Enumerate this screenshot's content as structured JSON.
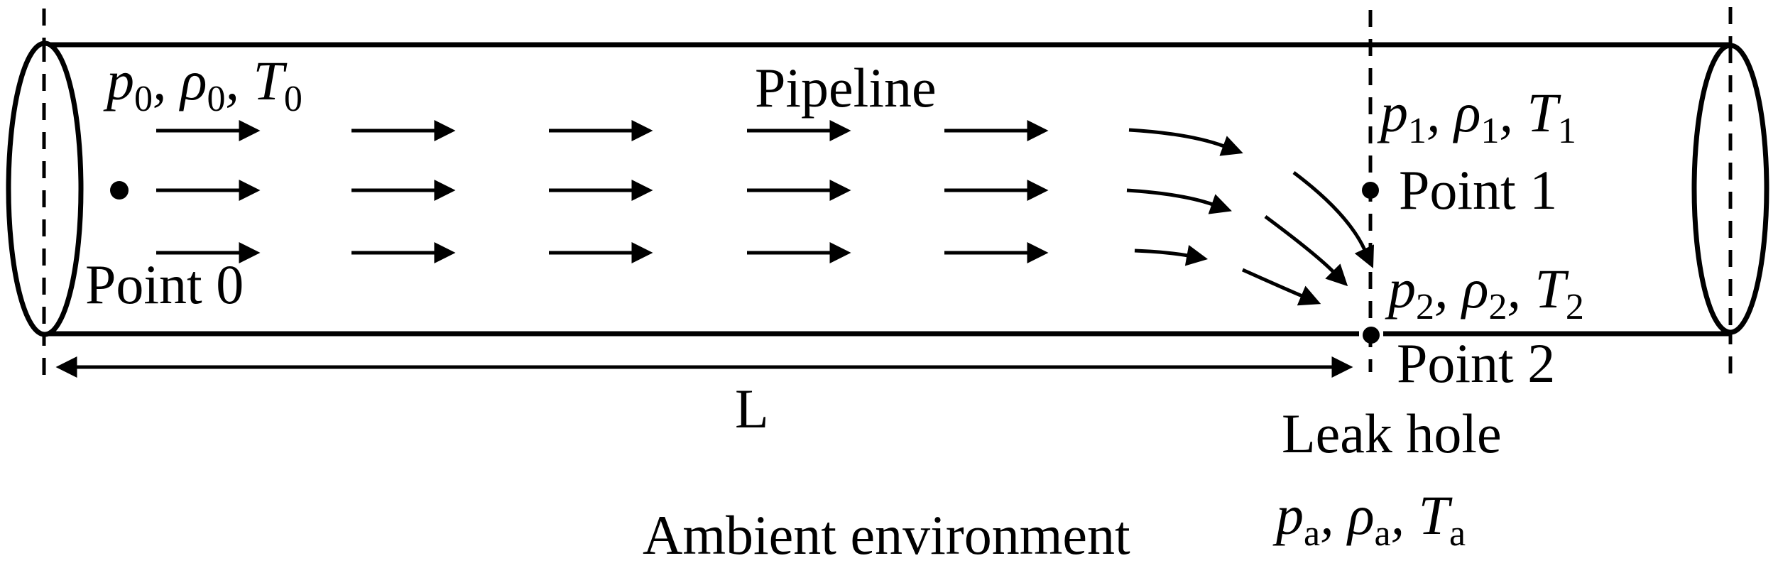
{
  "colors": {
    "ink": "#000000",
    "background": "#ffffff"
  },
  "figure": {
    "title": "Pipeline",
    "length_label": "L",
    "ambient_label": "Ambient environment",
    "leak_label": "Leak hole",
    "points": {
      "p0": {
        "name": "Point 0",
        "state": [
          [
            "p",
            "0"
          ],
          [
            ", ρ",
            "0"
          ],
          [
            ", T",
            "0"
          ]
        ]
      },
      "p1": {
        "name": "Point 1",
        "state": [
          [
            "p",
            "1"
          ],
          [
            ", ρ",
            "1"
          ],
          [
            ", T",
            "1"
          ]
        ]
      },
      "p2": {
        "name": "Point 2",
        "state": [
          [
            "p",
            "2"
          ],
          [
            ", ρ",
            "2"
          ],
          [
            ", T",
            "2"
          ]
        ]
      },
      "ambient": {
        "state": [
          [
            "p",
            "a"
          ],
          [
            ", ρ",
            "a"
          ],
          [
            ", T",
            "a"
          ]
        ]
      }
    }
  }
}
